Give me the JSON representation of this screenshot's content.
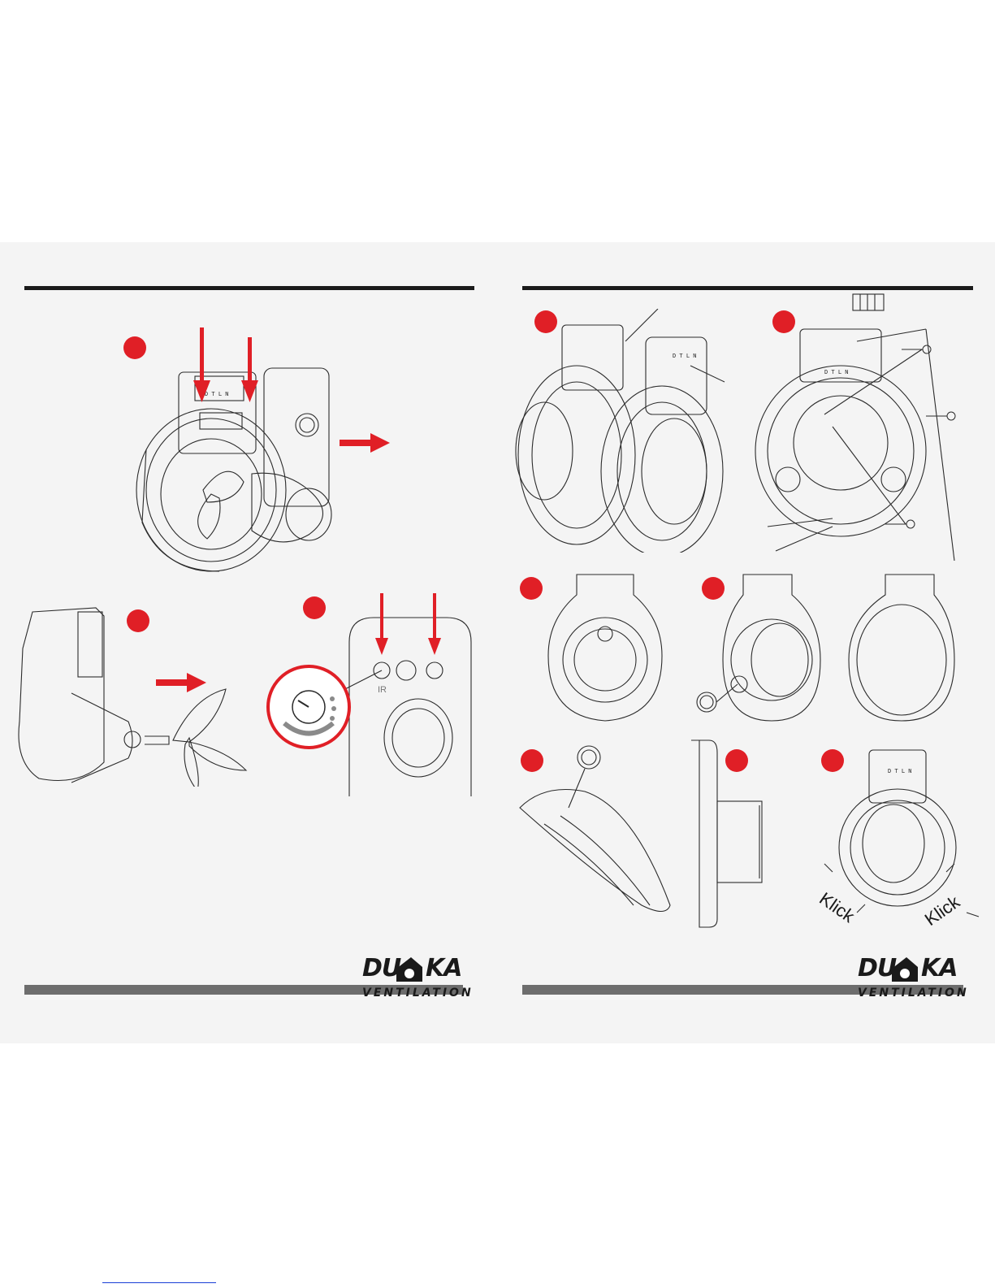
{
  "brand": {
    "word_left": "DU",
    "word_right": "KA",
    "tagline": "VENTILATION",
    "accent_color": "#e01f26"
  },
  "diagram": {
    "control_label": "IR",
    "terminal_labels": "D T L N",
    "klick_left": "Klick",
    "klick_right": "Klick"
  },
  "colors": {
    "step_marker": "#e01f26",
    "arrow": "#e01f26",
    "rule": "#1a1a1a",
    "footer_bar": "#6d6d6d",
    "line_art": "#2b2b2b"
  }
}
